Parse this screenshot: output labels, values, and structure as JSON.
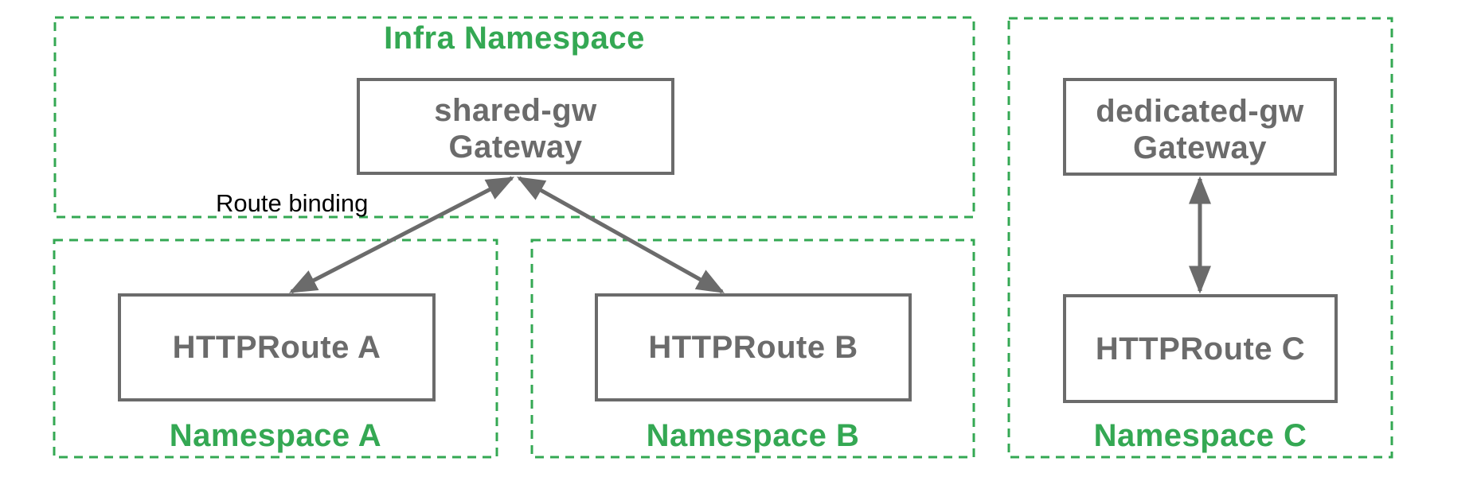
{
  "colors": {
    "namespace_green": "#34a853",
    "node_gray": "#6b6b6b",
    "annotation_black": "#000000"
  },
  "infra_namespace": {
    "label": "Infra Namespace",
    "gateway": {
      "name": "shared-gw",
      "kind": "Gateway"
    }
  },
  "namespace_a": {
    "label": "Namespace A",
    "route": {
      "name": "HTTPRoute A"
    }
  },
  "namespace_b": {
    "label": "Namespace B",
    "route": {
      "name": "HTTPRoute B"
    }
  },
  "namespace_c": {
    "label": "Namespace C",
    "gateway": {
      "name": "dedicated-gw",
      "kind": "Gateway"
    },
    "route": {
      "name": "HTTPRoute C"
    }
  },
  "annotations": {
    "route_binding": "Route binding"
  },
  "relations": {
    "route_a_to_shared_gw": "bidirectional-arrow",
    "route_b_to_shared_gw": "bidirectional-arrow",
    "route_c_to_dedicated_gw": "bidirectional-arrow"
  }
}
